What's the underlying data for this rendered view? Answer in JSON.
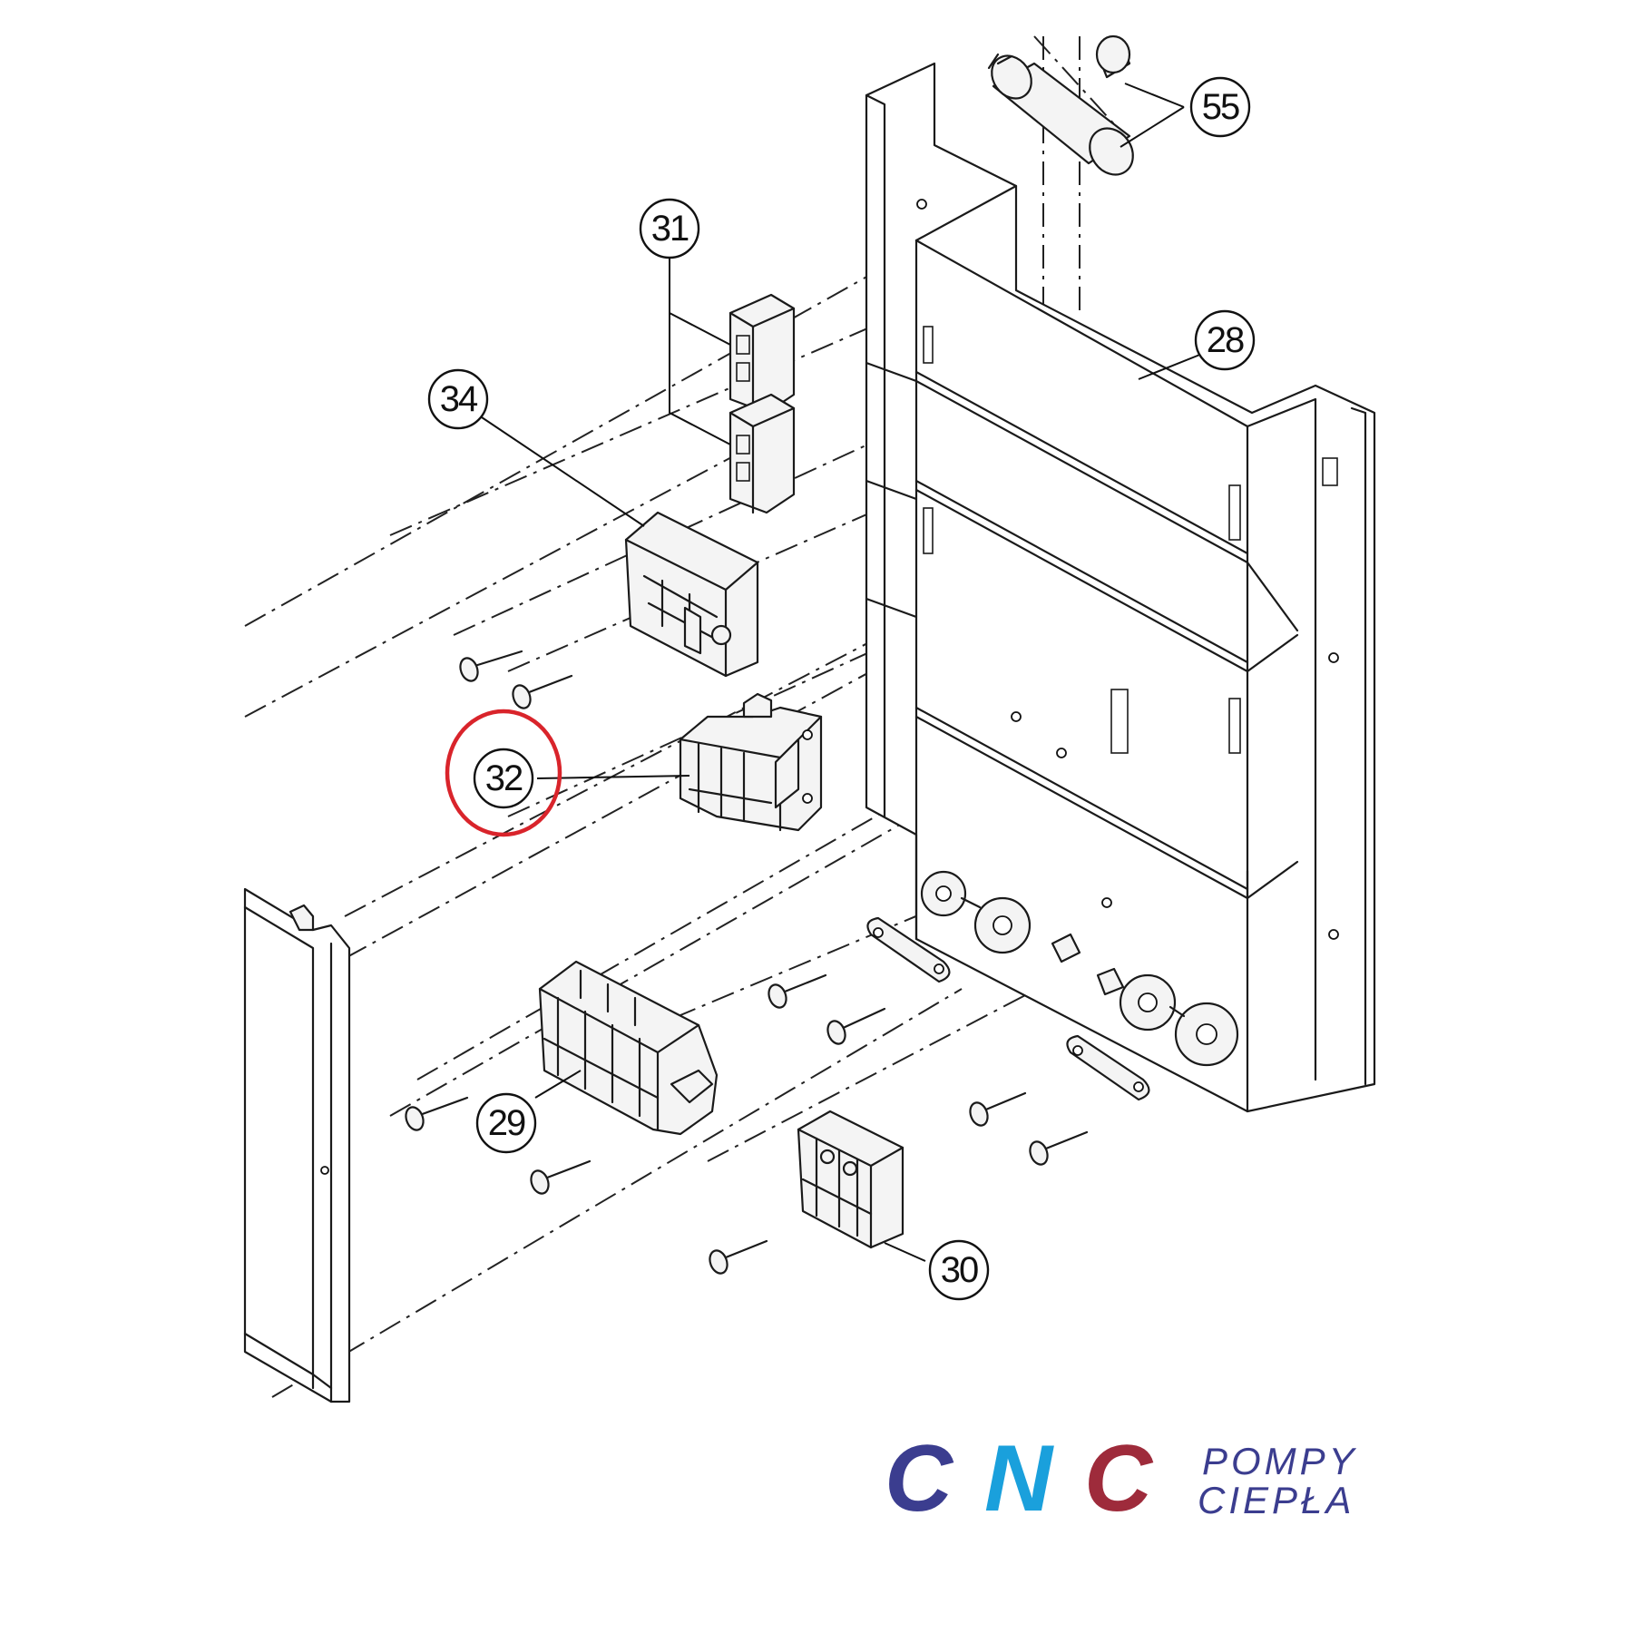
{
  "callouts": [
    {
      "id": "55",
      "label": "55"
    },
    {
      "id": "31",
      "label": "31"
    },
    {
      "id": "28",
      "label": "28"
    },
    {
      "id": "34",
      "label": "34"
    },
    {
      "id": "32",
      "label": "32",
      "highlighted": true
    },
    {
      "id": "29",
      "label": "29"
    },
    {
      "id": "30",
      "label": "30"
    }
  ],
  "highlight_color": "#d9242b",
  "logo": {
    "letter_c1": "C",
    "letter_n": "N",
    "letter_c2": "C",
    "line1": "POMPY",
    "line2": "CIEPŁA",
    "colors": {
      "c1": "#3b3d8f",
      "n": "#1aa0dc",
      "c2": "#9e2b3b",
      "text": "#3b3d8f"
    }
  }
}
